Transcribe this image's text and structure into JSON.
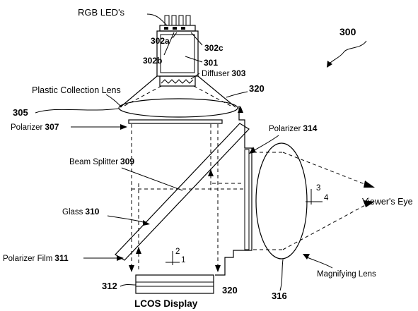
{
  "figure_number": "300",
  "labels": {
    "rgb_leds": "RGB LED's",
    "led_a": "302a",
    "led_b": "302b",
    "led_c": "302c",
    "housing": "301",
    "diffuser_text": "Diffuser",
    "diffuser_num": "303",
    "collection_lens": "Plastic Collection Lens",
    "lens_num": "305",
    "housing_num_top": "320",
    "polarizer_307_text": "Polarizer",
    "polarizer_307_num": "307",
    "polarizer_314_text": "Polarizer",
    "polarizer_314_num": "314",
    "beam_splitter_text": "Beam Splitter",
    "beam_splitter_num": "309",
    "glass_text": "Glass",
    "glass_num": "310",
    "polarizer_film_text": "Polarizer Film",
    "polarizer_film_num": "311",
    "axis_right_up": "3",
    "axis_right_side": "4",
    "axis_bottom_up": "2",
    "axis_bottom_side": "1",
    "viewers_eye": "Viewer's Eye",
    "magnifying_lens": "Magnifying Lens",
    "lcos_num": "312",
    "housing_num_bottom": "320",
    "magnifier_num": "316",
    "lcos_display": "LCOS Display"
  }
}
